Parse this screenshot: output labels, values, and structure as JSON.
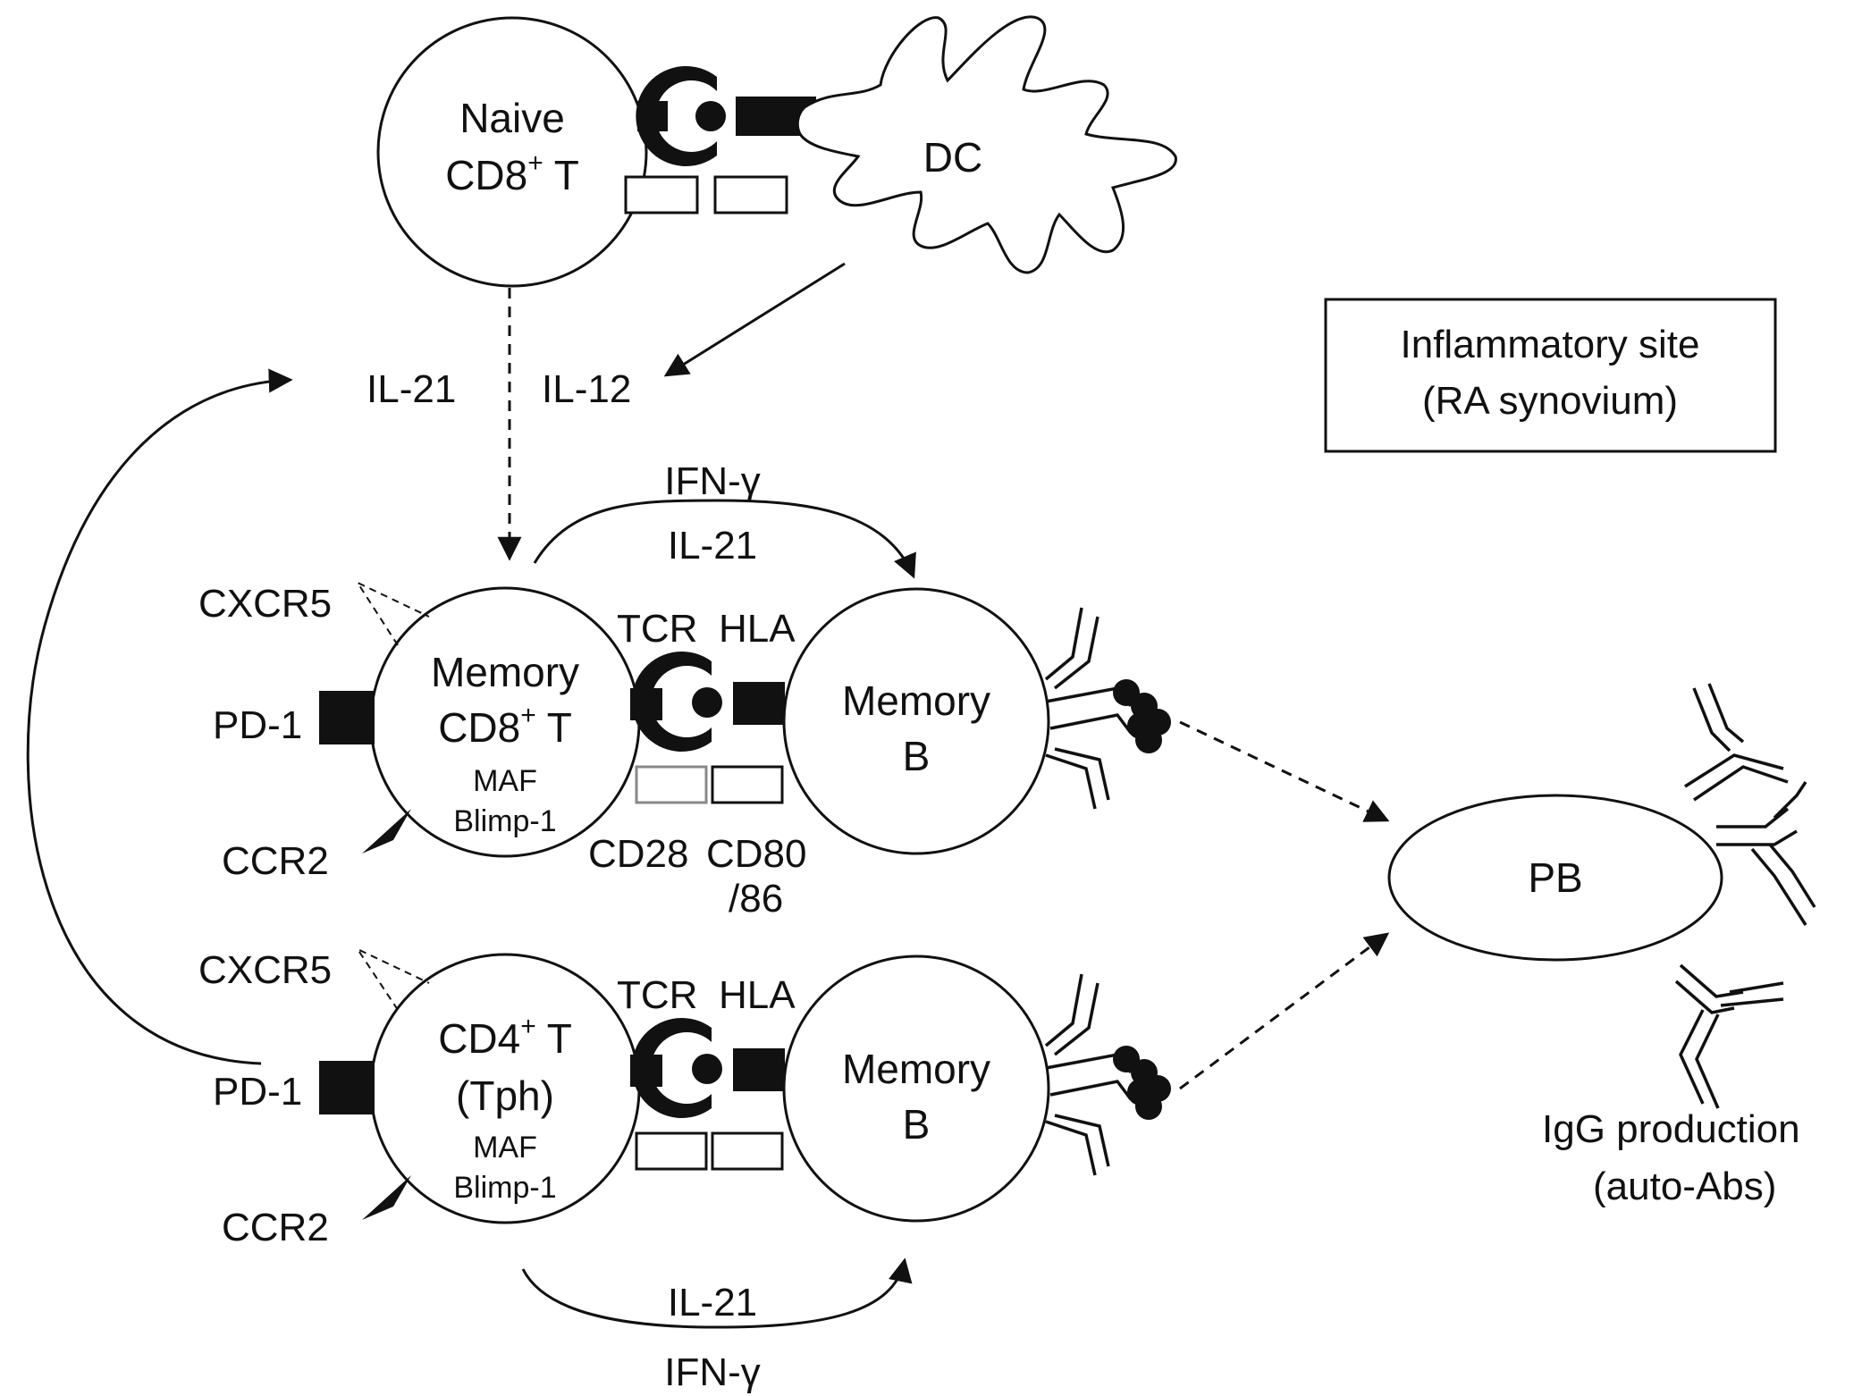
{
  "cells": {
    "naive_t": {
      "line1": "Naive",
      "line2": "CD8",
      "sup": "+",
      "line2_tail": " T"
    },
    "dc": {
      "label": "DC"
    },
    "memory_cd8": {
      "line1": "Memory",
      "line2": "CD8",
      "sup": "+",
      "line2_tail": " T",
      "tf1": "MAF",
      "tf2": "Blimp-1"
    },
    "cd4_tph": {
      "line1": "CD4",
      "sup": "+",
      "line1_tail": " T",
      "line2": "(Tph)",
      "tf1": "MAF",
      "tf2": "Blimp-1"
    },
    "memory_b_top": {
      "line1": "Memory",
      "line2": "B"
    },
    "memory_b_bottom": {
      "line1": "Memory",
      "line2": "B"
    },
    "pb": {
      "label": "PB"
    }
  },
  "cytokines": {
    "il21_top": "IL-21",
    "il12": "IL-12",
    "ifng_top": "IFN-γ",
    "il21_mid": "IL-21",
    "il21_bottom": "IL-21",
    "ifng_bottom": "IFN-γ"
  },
  "receptors": {
    "cxcr5_top": "CXCR5",
    "pd1_top": "PD-1",
    "ccr2_top": "CCR2",
    "tcr_top": "TCR",
    "hla_top": "HLA",
    "cd28": "CD28",
    "cd80_line1": "CD80",
    "cd80_line2": "/86",
    "cxcr5_bottom": "CXCR5",
    "pd1_bottom": "PD-1",
    "ccr2_bottom": "CCR2",
    "tcr_bottom": "TCR",
    "hla_bottom": "HLA"
  },
  "site_box": {
    "line1": "Inflammatory site",
    "line2": "(RA synovium)"
  },
  "output": {
    "line1": "IgG production",
    "line2": "(auto-Abs)"
  }
}
